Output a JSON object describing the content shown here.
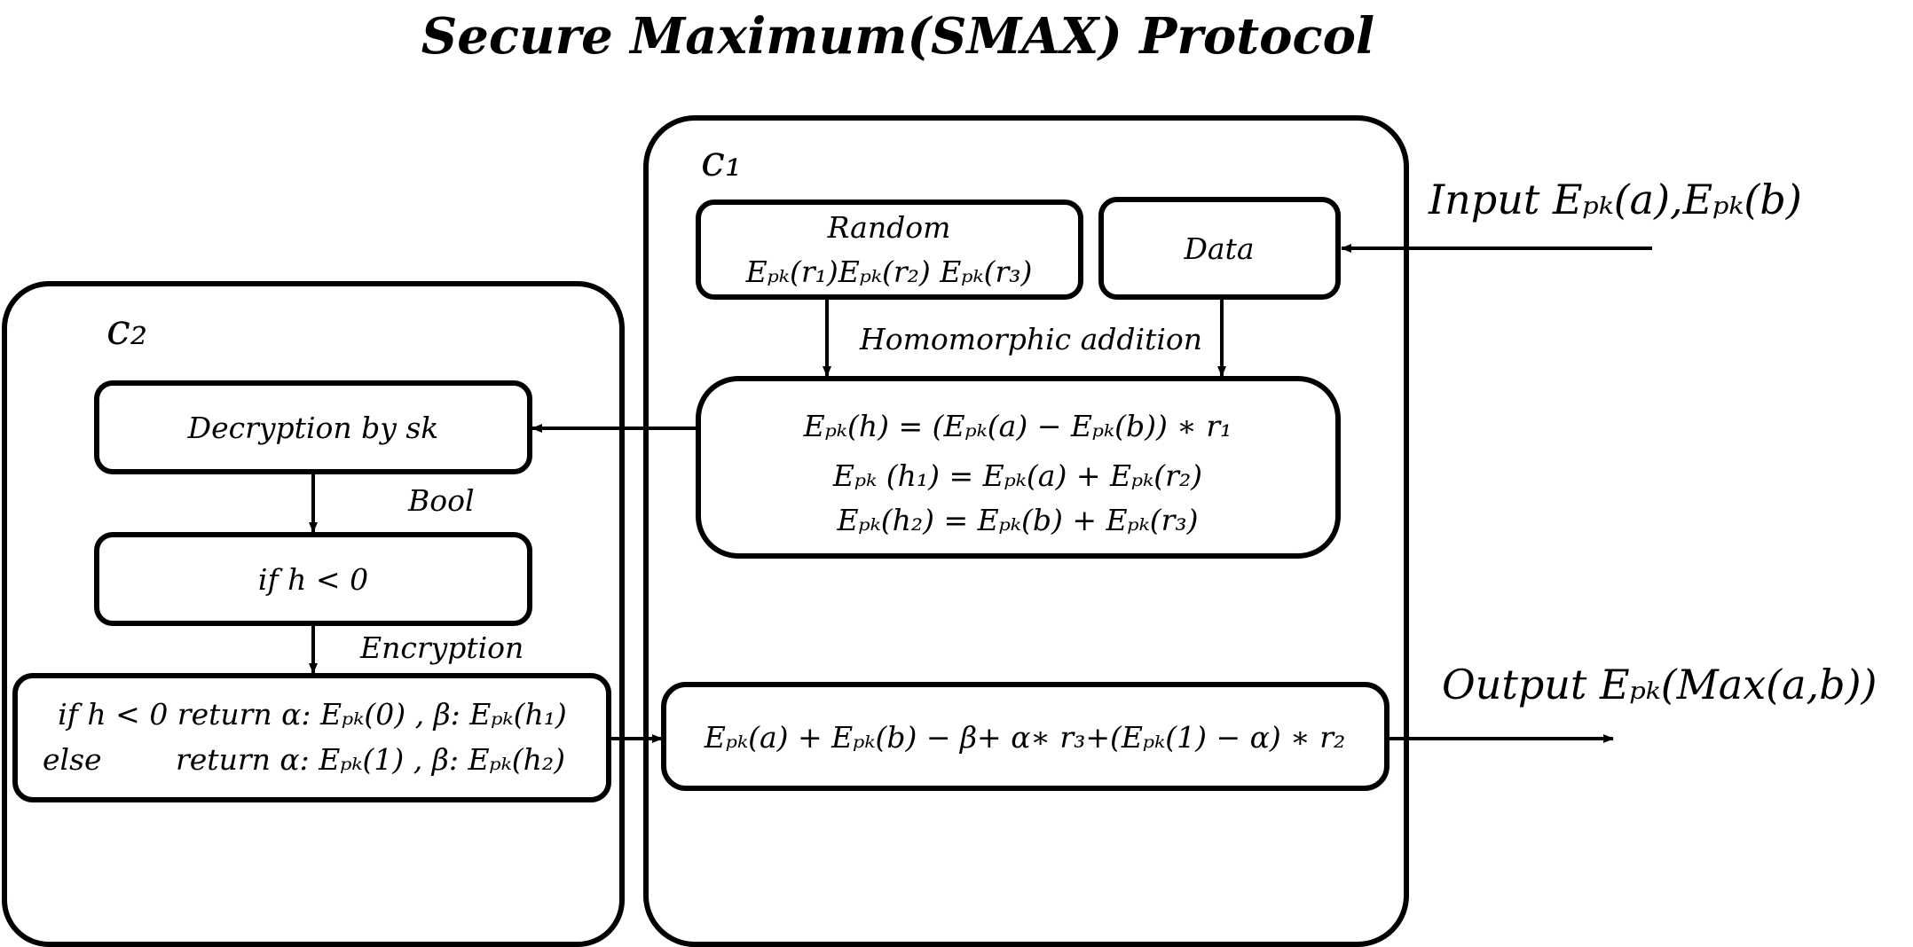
{
  "title": "Secure Maximum(SMAX) Protocol",
  "parties": {
    "c1": "c₁",
    "c2": "c₂"
  },
  "input_label": "Input Eₚₖ(a),Eₚₖ(b)",
  "output_label": "Output Eₚₖ(Max(a,b))",
  "nodes": {
    "random": {
      "line1": "Random",
      "line2": "Eₚₖ(r₁)Eₚₖ(r₂) Eₚₖ(r₃)"
    },
    "data": {
      "label": "Data"
    },
    "homomorphic": {
      "line1": "Eₚₖ(h) = (Eₚₖ(a) − Eₚₖ(b)) ∗ r₁",
      "line2": "Eₚₖ (h₁) = Eₚₖ(a) + Eₚₖ(r₂)",
      "line3": "Eₚₖ(h₂) = Eₚₖ(b) + Eₚₖ(r₃)"
    },
    "decryption": {
      "label": "Decryption by sk"
    },
    "compare": {
      "label": "if h < 0"
    },
    "return_rule": {
      "line1": "if h < 0 return α: Eₚₖ(0) , β: Eₚₖ(h₁)",
      "line2_left": "else",
      "line2_right": "return α: Eₚₖ(1) , β: Eₚₖ(h₂)"
    },
    "final": {
      "label": "Eₚₖ(a) + Eₚₖ(b) − β+ α∗ r₃+(Eₚₖ(1) − α) ∗ r₂"
    }
  },
  "edges": {
    "homomorphic_addition": "Homomorphic addition",
    "bool": "Bool",
    "encryption": "Encryption"
  }
}
